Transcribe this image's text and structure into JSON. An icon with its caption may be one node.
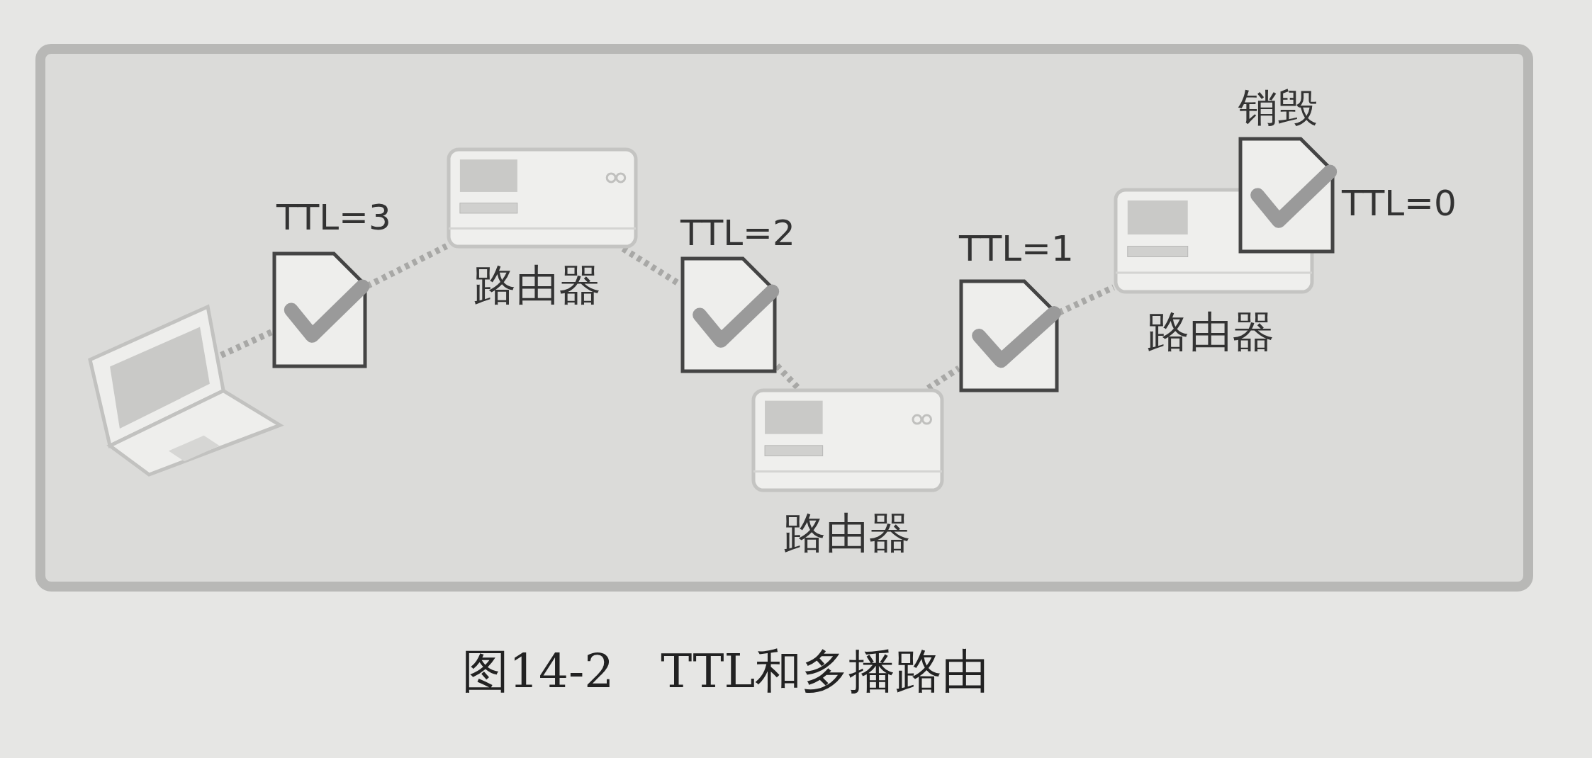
{
  "diagram": {
    "caption": "图14-2　TTL和多播路由",
    "nodes": [
      {
        "text": [],
        "shape": "picture"
      },
      {
        "text": [
          "TTL=3"
        ]
      },
      {
        "text": [
          "路由器"
        ]
      },
      {
        "text": [
          "TTL=2"
        ]
      },
      {
        "text": [
          "路由器"
        ]
      },
      {
        "text": [
          "TTL=1"
        ]
      },
      {
        "text": [
          "路由器"
        ]
      },
      {
        "text": [
          "销毁",
          "TTL=0"
        ]
      }
    ],
    "edges": [
      {
        "from": 0,
        "to": 1,
        "arrow": "none"
      },
      {
        "from": 1,
        "to": 2,
        "arrow": "none"
      },
      {
        "from": 2,
        "to": 3,
        "arrow": "none"
      },
      {
        "from": 3,
        "to": 4,
        "arrow": "none"
      },
      {
        "from": 4,
        "to": 5,
        "arrow": "none"
      },
      {
        "from": 5,
        "to": 6,
        "arrow": "none"
      }
    ]
  }
}
